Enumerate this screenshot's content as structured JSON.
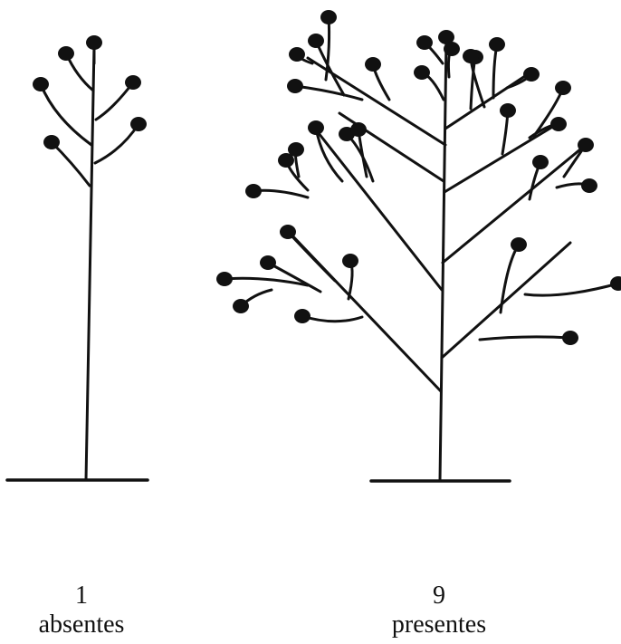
{
  "figure": {
    "ink_color": "#111111",
    "background": "#ffffff",
    "plants": [
      {
        "id": "left",
        "number": "1",
        "label": "absentes",
        "description": "single stem with terminal flowers only"
      },
      {
        "id": "right",
        "number": "9",
        "label": "presentes",
        "description": "main stem with lateral branches bearing flowers"
      }
    ]
  }
}
